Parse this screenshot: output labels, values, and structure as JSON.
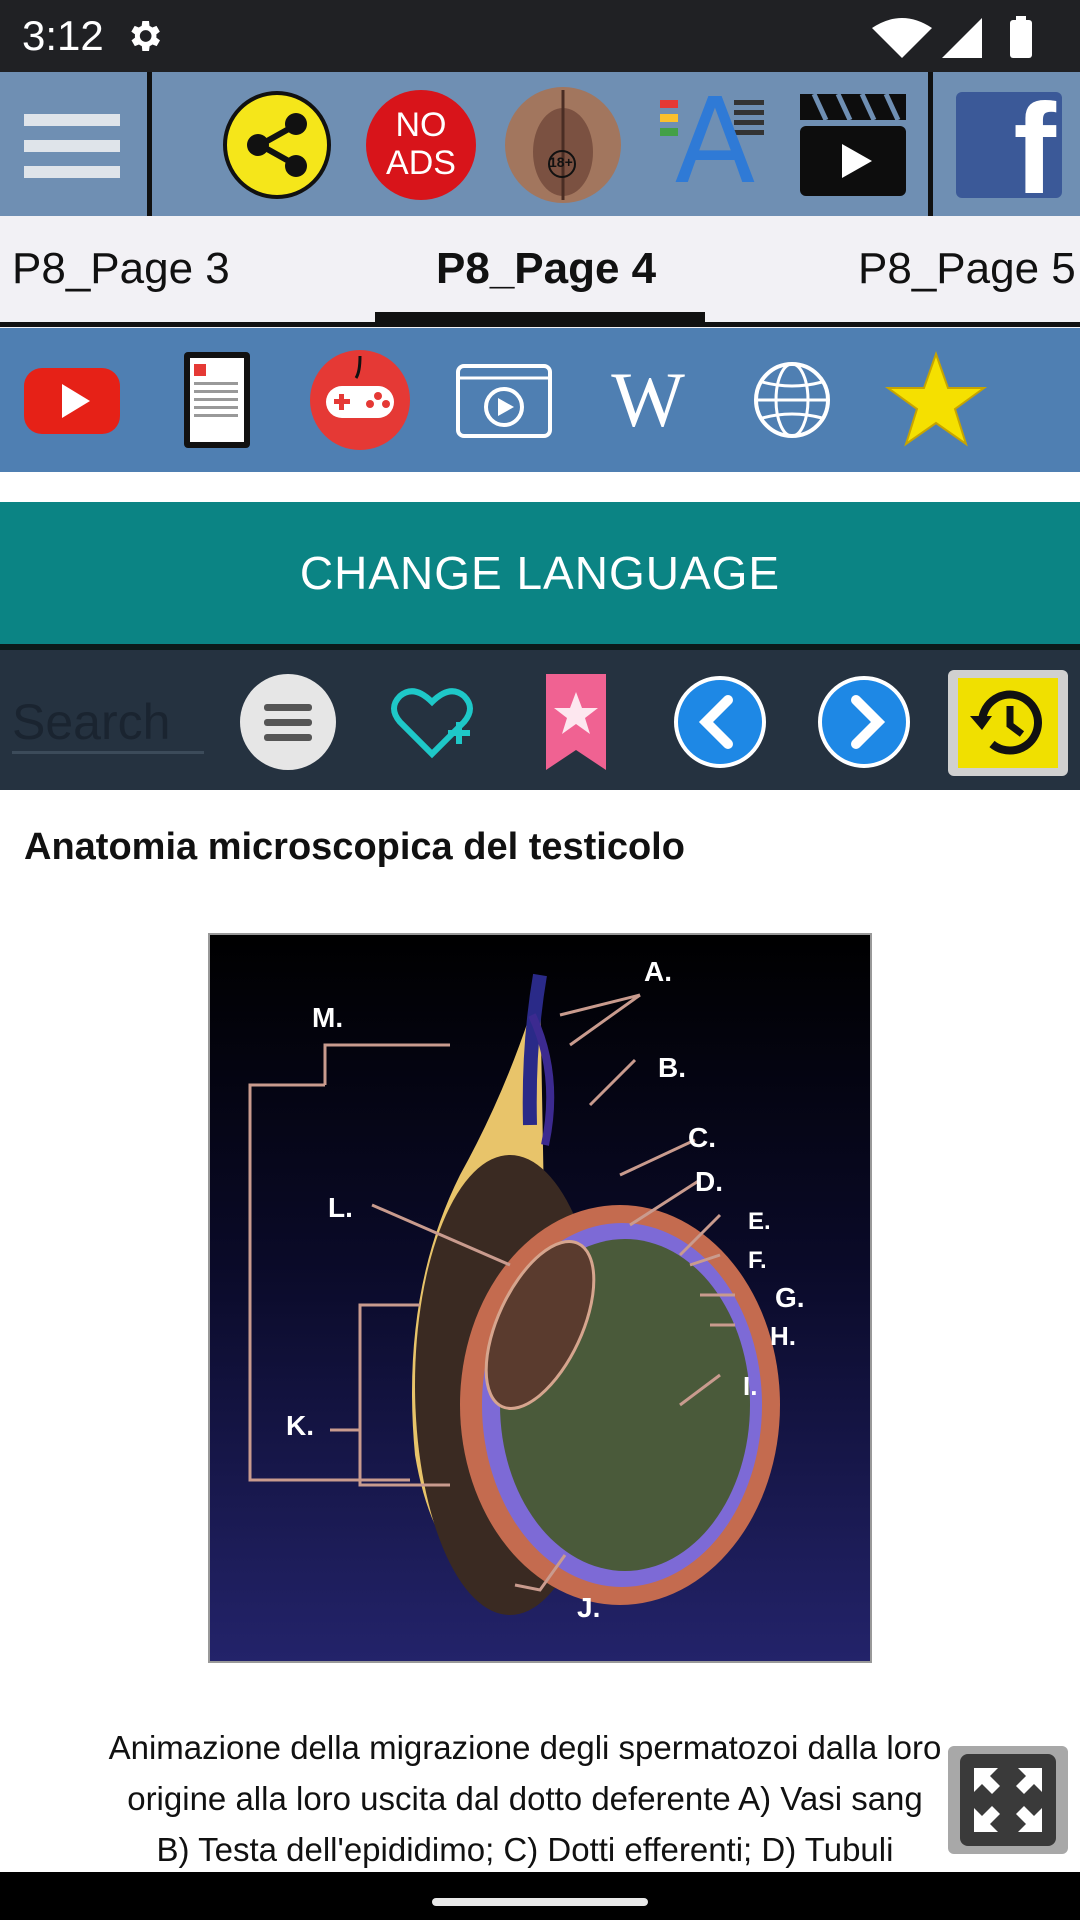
{
  "status_bar": {
    "time": "3:12",
    "icons": [
      "settings-gear-icon",
      "wifi-icon",
      "cellular-signal-icon",
      "battery-icon"
    ]
  },
  "toolbar": {
    "buttons": [
      {
        "name": "menu-hamburger-icon"
      },
      {
        "name": "share-icon"
      },
      {
        "name": "no-ads-button",
        "text_line1": "NO",
        "text_line2": "ADS"
      },
      {
        "name": "anatomy-18plus-thumbnail",
        "text": "18+"
      },
      {
        "name": "text-size-icon",
        "text": "A"
      },
      {
        "name": "video-clapperboard-icon"
      },
      {
        "name": "facebook-icon",
        "text": "f"
      }
    ]
  },
  "tabs": {
    "items": [
      "P8_Page 3",
      "P8_Page 4",
      "P8_Page 5"
    ],
    "active_index": 1
  },
  "icon_bar": {
    "buttons": [
      "youtube-icon",
      "ebook-icon",
      "game-controller-icon",
      "video-player-icon",
      "wikipedia-icon",
      "globe-icon",
      "star-icon"
    ],
    "wikipedia_letter": "W"
  },
  "change_language": {
    "label": "CHANGE LANGUAGE"
  },
  "search": {
    "placeholder": "Search",
    "buttons": [
      "list-menu-icon",
      "favorite-add-heart-icon",
      "bookmark-star-icon",
      "previous-arrow-icon",
      "next-arrow-icon",
      "history-icon"
    ]
  },
  "content": {
    "title": "Anatomia microscopica del testicolo",
    "figure_labels": [
      "A.",
      "B.",
      "C.",
      "D.",
      "E.",
      "F.",
      "G.",
      "H.",
      "I.",
      "J.",
      "K.",
      "L.",
      "M."
    ],
    "caption_line1": "Animazione della migrazione degli spermatozoi dalla loro",
    "caption_line2": "origine alla loro uscita dal dotto deferente A) Vasi sang",
    "caption_line3": "B) Testa dell'epididimo; C) Dotti efferenti; D) Tubuli"
  },
  "colors": {
    "toolbar_bg": "#6f8fb3",
    "icon_bar_bg": "#4f7fb2",
    "change_language_bg": "#0b8484",
    "search_bar_bg": "#253240",
    "history_button_bg": "#f0e000"
  }
}
